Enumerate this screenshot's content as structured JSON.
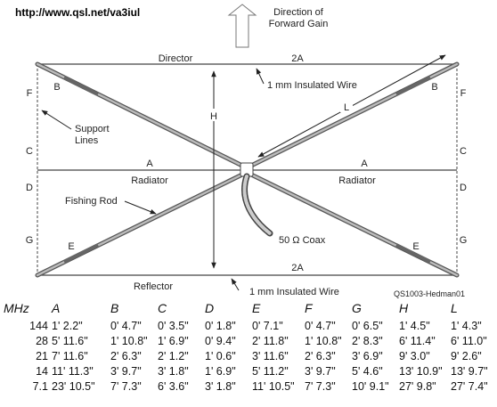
{
  "header": {
    "url": "http://www.qsl.net/va3iul"
  },
  "diagram": {
    "direction_label_1": "Direction of",
    "direction_label_2": "Forward Gain",
    "director": "Director",
    "dim_2a_top": "2A",
    "wire_top": "1 mm Insulated Wire",
    "reflector": "Reflector",
    "dim_2a_bottom": "2A",
    "wire_bottom": "1 mm Insulated Wire",
    "radiator_left": "Radiator",
    "radiator_right": "Radiator",
    "a_left": "A",
    "a_right": "A",
    "h": "H",
    "l": "L",
    "support_1": "Support",
    "support_2": "Lines",
    "fishing_rod": "Fishing Rod",
    "coax": "50 Ω Coax",
    "f_left": "F",
    "c_left": "C",
    "d_left": "D",
    "g_left": "G",
    "f_right": "F",
    "c_right": "C",
    "d_right": "D",
    "g_right": "G",
    "b_left": "B",
    "b_right": "B",
    "e_left": "E",
    "e_right": "E",
    "caption": "QS1003-Hedman01"
  },
  "table": {
    "headers": [
      "MHz",
      "A",
      "B",
      "C",
      "D",
      "E",
      "F",
      "G",
      "H",
      "L"
    ],
    "rows": [
      [
        "144",
        "1' 2.2\"",
        "0' 4.7\"",
        "0' 3.5\"",
        "0' 1.8\"",
        "0' 7.1\"",
        "0' 4.7\"",
        "0' 6.5\"",
        "1' 4.5\"",
        "1' 4.3\""
      ],
      [
        "28",
        "5' 11.6\"",
        "1' 10.8\"",
        "1' 6.9\"",
        "0' 9.4\"",
        "2' 11.8\"",
        "1' 10.8\"",
        "2' 8.3\"",
        "6' 11.4\"",
        "6' 11.0\""
      ],
      [
        "21",
        "7' 11.6\"",
        "2' 6.3\"",
        "2' 1.2\"",
        "1' 0.6\"",
        "3' 11.6\"",
        "2' 6.3\"",
        "3' 6.9\"",
        "9' 3.0\"",
        "9' 2.6\""
      ],
      [
        "14",
        "11' 11.3\"",
        "3' 9.7\"",
        "3' 1.8\"",
        "1' 6.9\"",
        "5' 11.2\"",
        "3' 9.7\"",
        "5' 4.6\"",
        "13' 10.9\"",
        "13' 9.7\""
      ],
      [
        "7.1",
        "23' 10.5\"",
        "7' 7.3\"",
        "6' 3.6\"",
        "3' 1.8\"",
        "11' 10.5\"",
        "7' 7.3\"",
        "10' 9.1\"",
        "27' 9.8\"",
        "27' 7.4\""
      ]
    ]
  }
}
